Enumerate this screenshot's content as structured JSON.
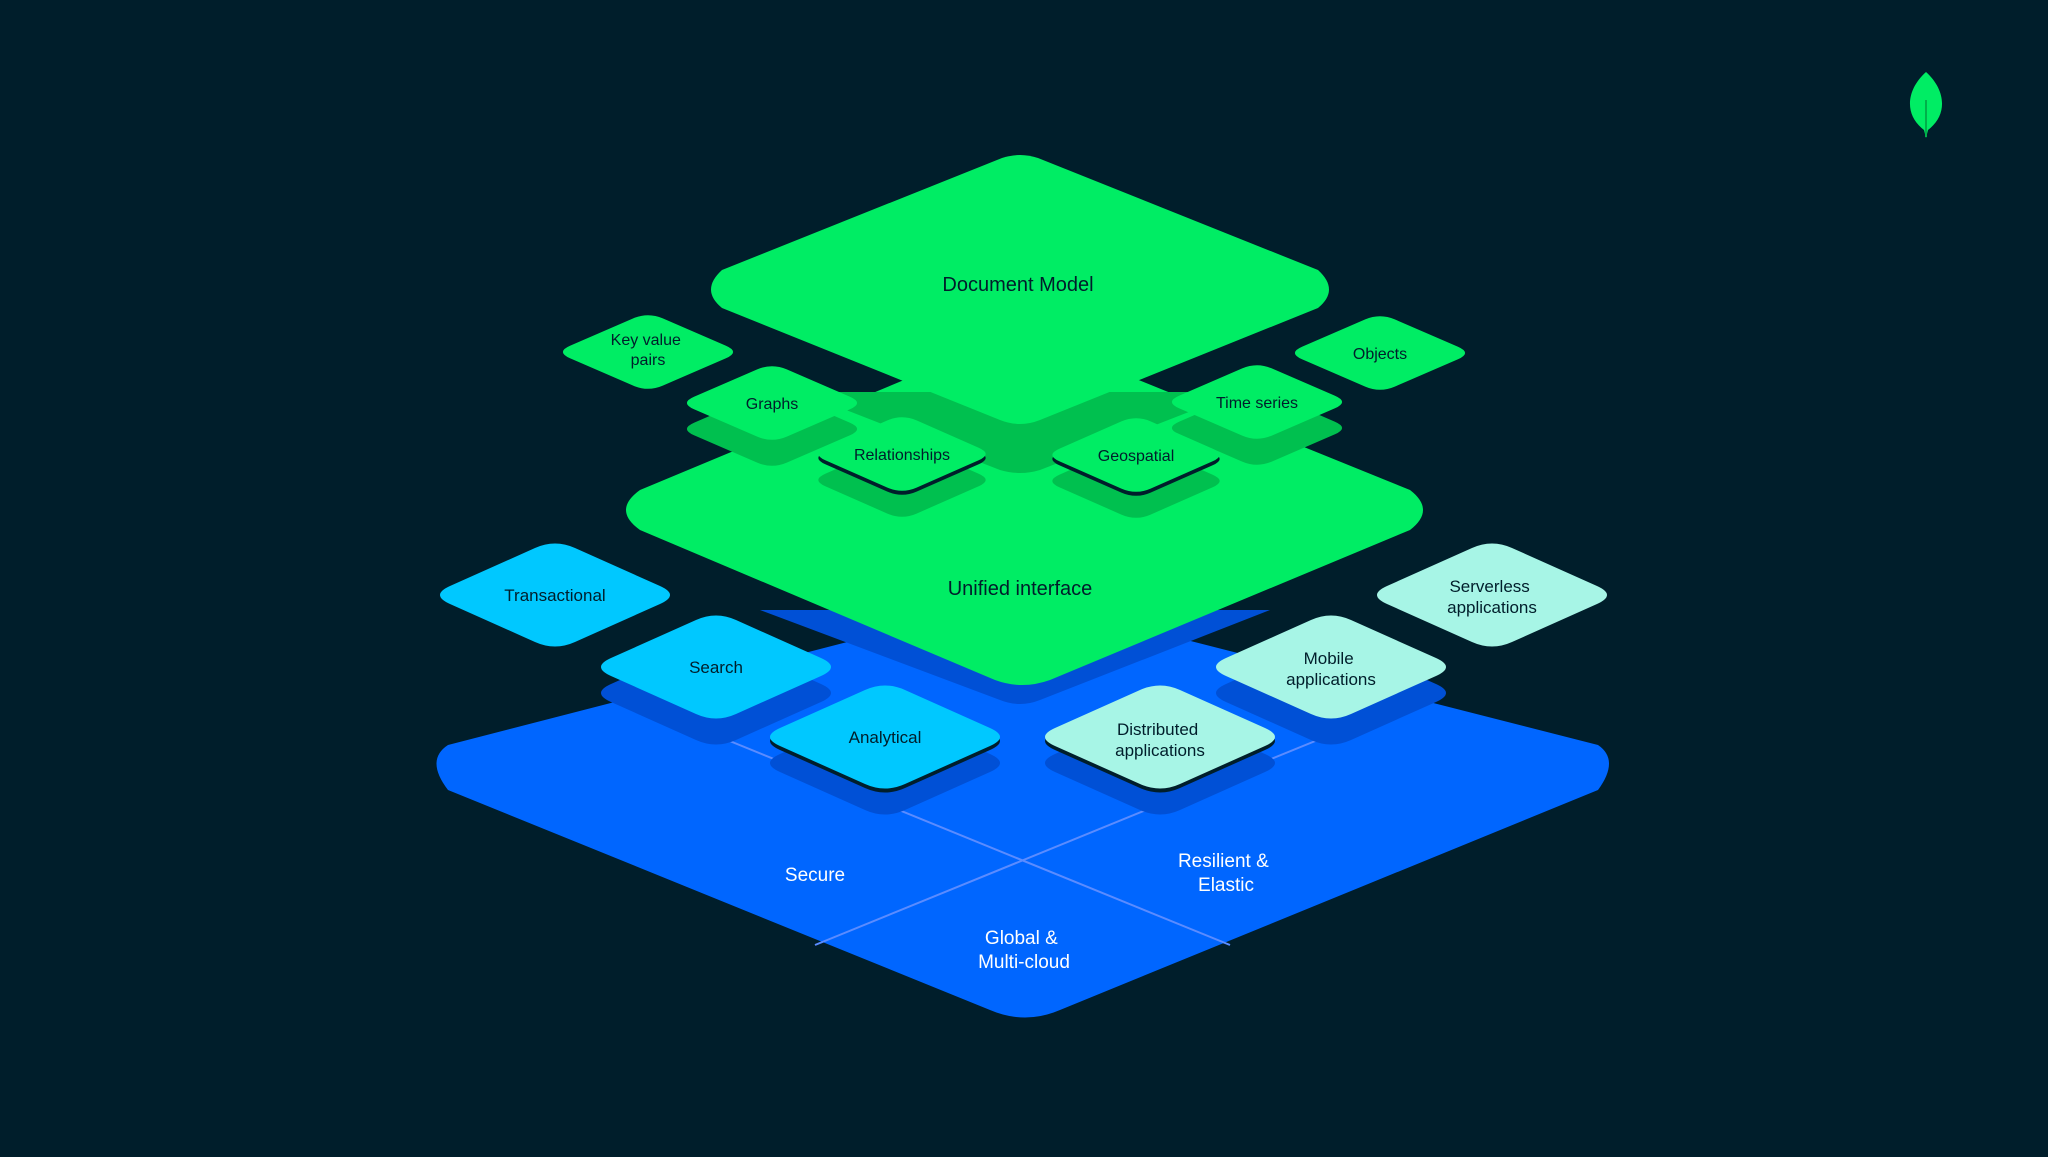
{
  "colors": {
    "background": "#001E2B",
    "green": "#00ED64",
    "green_shadow": "#00C04F",
    "blue": "#0066FF",
    "blue_shadow": "#0050D6",
    "cyan": "#00C8FF",
    "mint": "#A7F5E6",
    "label_dark": "#001E2B",
    "label_light": "#FFFFFF",
    "divider": "#5B8CFF"
  },
  "logo": {
    "name": "leaf-logo",
    "color": "#00ED64"
  },
  "layers": {
    "document_model": "Document Model",
    "unified_interface": "Unified interface",
    "foundation": {
      "secure": "Secure",
      "resilient": [
        "Resilient &",
        "Elastic"
      ],
      "global": [
        "Global &",
        "Multi-cloud"
      ]
    }
  },
  "data_models": {
    "key_value": [
      "Key value",
      "pairs"
    ],
    "graphs": "Graphs",
    "relationships": "Relationships",
    "geospatial": "Geospatial",
    "time_series": "Time series",
    "objects": "Objects"
  },
  "workloads": {
    "transactional": "Transactional",
    "search": "Search",
    "analytical": "Analytical"
  },
  "applications": {
    "serverless": [
      "Serverless",
      "applications"
    ],
    "mobile": [
      "Mobile",
      "applications"
    ],
    "distributed": [
      "Distributed",
      "applications"
    ]
  }
}
